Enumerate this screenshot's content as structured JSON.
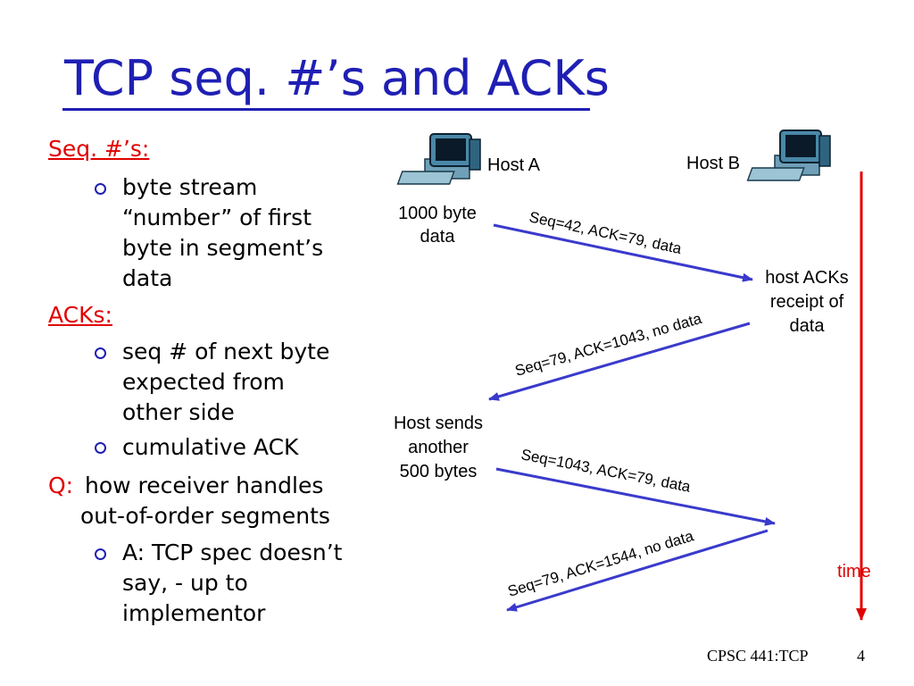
{
  "slide": {
    "title": "TCP seq. #’s and ACKs",
    "seq_heading": "Seq. #’s:",
    "seq_bullet_lines": [
      "byte stream",
      "“number” of first",
      "byte in segment’s",
      "data"
    ],
    "acks_heading": "ACKs:",
    "acks_bullet1_lines": [
      "seq # of next byte",
      "expected from",
      "other side"
    ],
    "acks_bullet2": "cumulative ACK",
    "q_label": "Q:",
    "q_lines": [
      "how receiver handles",
      "out-of-order segments"
    ],
    "q_bullet_lines": [
      "A: TCP spec doesn’t",
      "say, - up to",
      "implementor"
    ]
  },
  "diagram": {
    "host_a": "Host A",
    "host_b": "Host B",
    "note1": [
      "1000 byte",
      "data"
    ],
    "note2": [
      "host ACKs",
      "receipt of",
      "data"
    ],
    "note3": [
      "Host sends",
      "another",
      "500 bytes"
    ],
    "msg1": "Seq=42, ACK=79, data",
    "msg2": "Seq=79, ACK=1043, no data",
    "msg3": "Seq=1043, ACK=79, data",
    "msg4": "Seq=79, ACK=1544, no data",
    "time_label": "time"
  },
  "footer": {
    "course": "CPSC 441:TCP",
    "page": "4"
  },
  "colors": {
    "title": "#1f1fb4",
    "arrow": "#3a3acc",
    "time_arrow": "#e00000",
    "label_red": "#e00000"
  }
}
